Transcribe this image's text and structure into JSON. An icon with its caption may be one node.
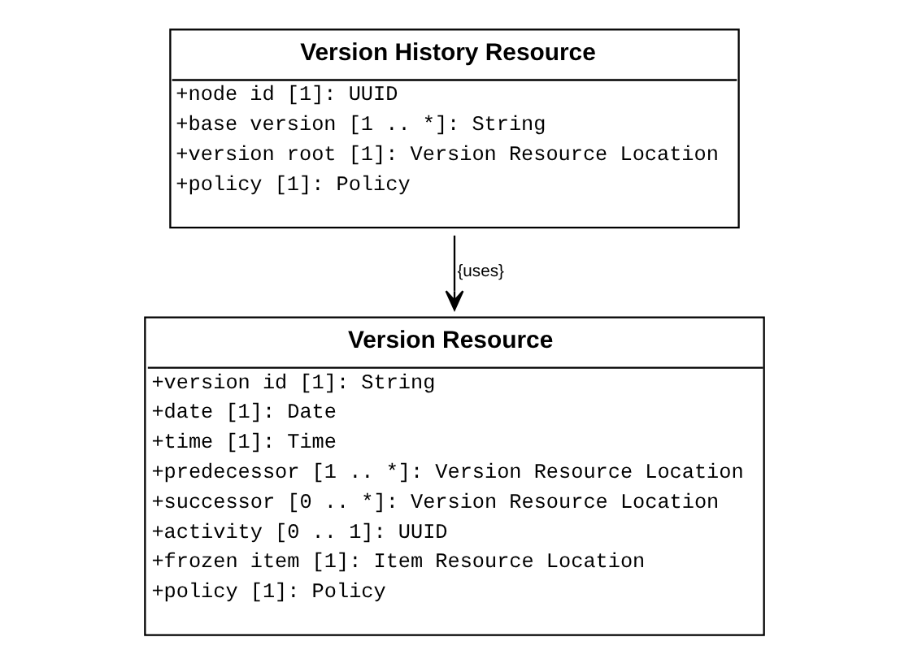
{
  "diagram": {
    "nodes": [
      {
        "text": [
          "Version History Resource",
          "+node id [1]: UUID",
          "+base version [1 .. *]: String",
          "+version root [1]: Version Resource Location",
          "+policy [1]: Policy"
        ]
      },
      {
        "text": [
          "Version Resource",
          "+version id [1]: String",
          "+date [1]: Date",
          "+time [1]: Time",
          "+predecessor [1 .. *]: Version Resource Location",
          "+successor [0 .. *]: Version Resource Location",
          "+activity [0 .. 1]: UUID",
          "+frozen item [1]: Item Resource Location",
          "+policy [1]: Policy"
        ]
      }
    ],
    "edges": [
      {
        "from": 0,
        "to": 1,
        "arrow": "to",
        "label": "{uses}"
      }
    ]
  }
}
